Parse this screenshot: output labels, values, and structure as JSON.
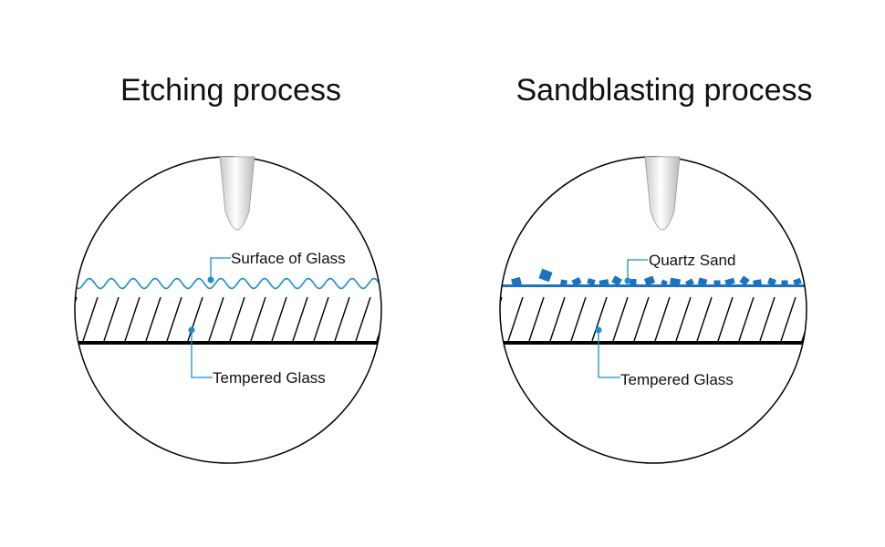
{
  "colors": {
    "accent": "#1a8fd0",
    "line": "#000000",
    "sand": "#1a72c0"
  },
  "panels": [
    {
      "title": "Etching process",
      "surface_label": "Surface of Glass",
      "base_label": "Tempered Glass"
    },
    {
      "title": "Sandblasting process",
      "surface_label": "Quartz Sand",
      "base_label": "Tempered Glass"
    }
  ],
  "icons": {
    "tip": "stylus-tip-icon"
  }
}
